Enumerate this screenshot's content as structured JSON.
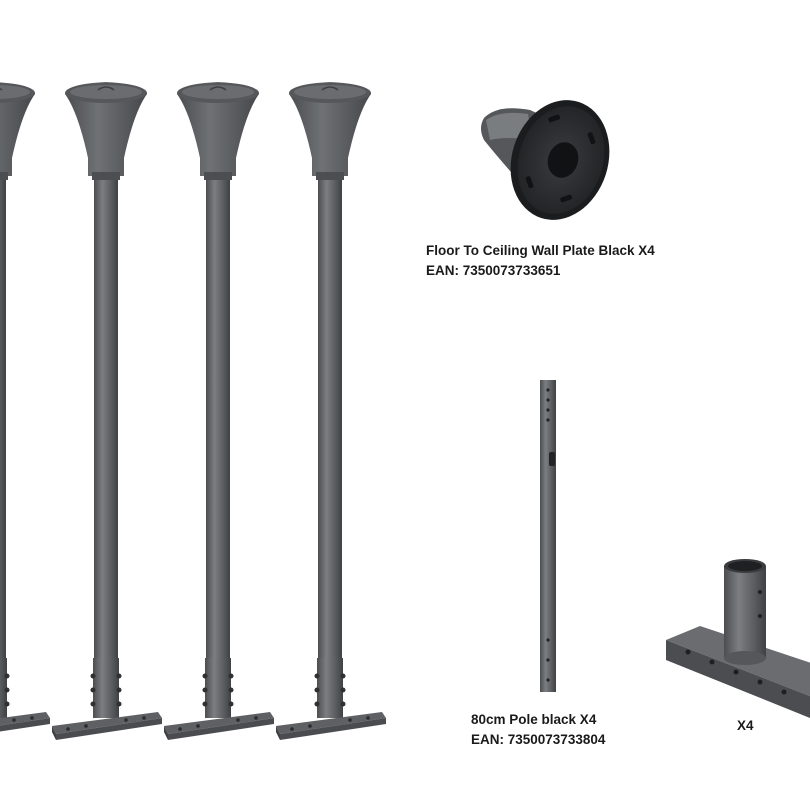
{
  "products": {
    "wall_plate": {
      "name": "Floor To Ceiling Wall Plate  Black X4",
      "ean": "EAN: 7350073733651"
    },
    "pole": {
      "name": "80cm Pole black X4",
      "ean": "EAN: 7350073733804"
    },
    "bracket": {
      "quantity": "X4"
    }
  },
  "colors": {
    "metal": "#5a5c5f",
    "metal_light": "#7a7d80",
    "metal_dark": "#3e4043",
    "background": "#ffffff",
    "text": "#1a1a1a"
  }
}
